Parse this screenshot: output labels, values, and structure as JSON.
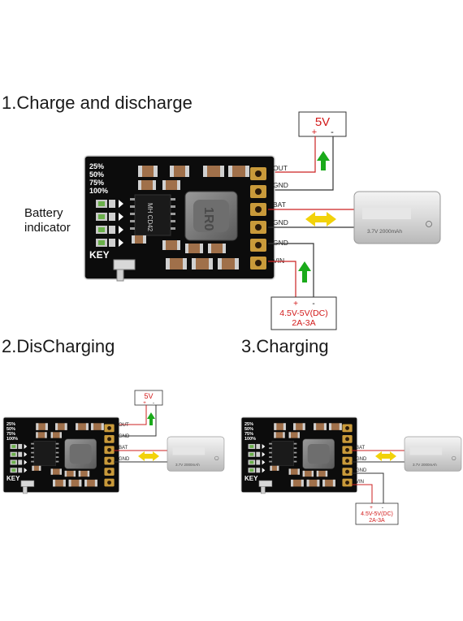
{
  "sections": [
    {
      "title": "1.Charge and discharge"
    },
    {
      "title": "2.DisCharging"
    },
    {
      "title": "3.Charging"
    }
  ],
  "board": {
    "percent_labels": [
      "25%",
      "50%",
      "75%",
      "100%"
    ],
    "key_label": "KEY",
    "chip_marking": "MH CD42",
    "inductor_marking": "1R0",
    "pins": [
      "OUT",
      "GND",
      "BAT",
      "GND",
      "GND",
      "VIN"
    ]
  },
  "battery_indicator_label": [
    "Battery",
    "indicator"
  ],
  "output_box": {
    "voltage": "5V",
    "plus": "+",
    "minus": "-"
  },
  "input_box": {
    "plus": "+",
    "minus": "-",
    "voltage": "4.5V-5V(DC)",
    "current": "2A-3A"
  },
  "battery": {
    "label": "3.7V   2000mAh"
  },
  "colors": {
    "pcb": "#0c0c0c",
    "pad": "#c99a3a",
    "wire_red": "#cc2222",
    "arrow_green": "#1aaa1a",
    "arrow_yellow": "#f2d20a"
  }
}
